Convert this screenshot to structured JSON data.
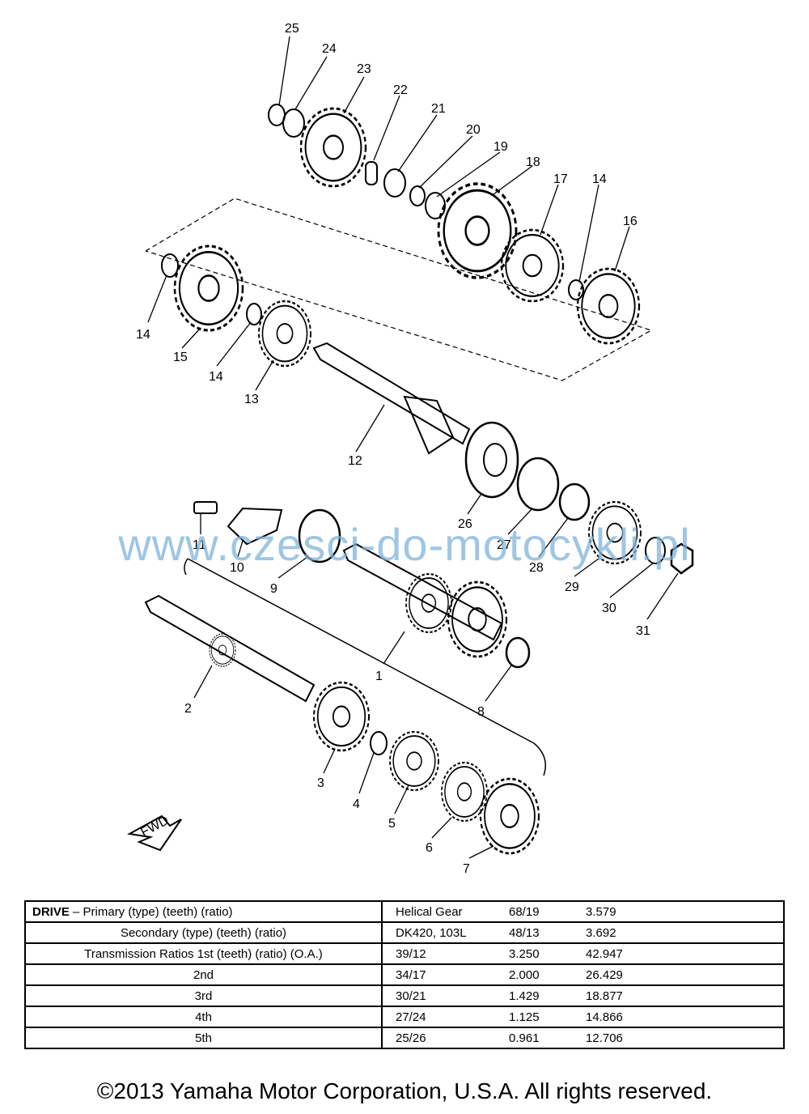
{
  "watermark": "www.czesci-do-motocykli.pl",
  "diagram": {
    "callouts": [
      "25",
      "24",
      "23",
      "22",
      "21",
      "20",
      "19",
      "18",
      "17",
      "14",
      "16",
      "14",
      "15",
      "14",
      "13",
      "12",
      "26",
      "27",
      "28",
      "29",
      "30",
      "31",
      "11",
      "10",
      "9",
      "1",
      "8",
      "2",
      "3",
      "4",
      "5",
      "6",
      "7"
    ],
    "fwd_label": "FWD"
  },
  "table": {
    "rows": [
      {
        "label_bold": "DRIVE",
        "label": " – Primary (type) (teeth) (ratio)",
        "c1": "Helical Gear",
        "c2": "68/19",
        "c3": "3.579"
      },
      {
        "label_bold": "",
        "label": "Secondary (type) (teeth) (ratio)",
        "c1": "DK420, 103L",
        "c2": "48/13",
        "c3": "3.692"
      },
      {
        "label_bold": "",
        "label": "Transmission Ratios 1st (teeth) (ratio) (O.A.)",
        "c1": "39/12",
        "c2": "3.250",
        "c3": "42.947"
      },
      {
        "label_bold": "",
        "label": "2nd",
        "c1": "34/17",
        "c2": "2.000",
        "c3": "26.429"
      },
      {
        "label_bold": "",
        "label": "3rd",
        "c1": "30/21",
        "c2": "1.429",
        "c3": "18.877"
      },
      {
        "label_bold": "",
        "label": "4th",
        "c1": "27/24",
        "c2": "1.125",
        "c3": "14.866"
      },
      {
        "label_bold": "",
        "label": "5th",
        "c1": "25/26",
        "c2": "0.961",
        "c3": "12.706"
      }
    ]
  },
  "footer": "©2013 Yamaha Motor Corporation, U.S.A. All rights reserved."
}
